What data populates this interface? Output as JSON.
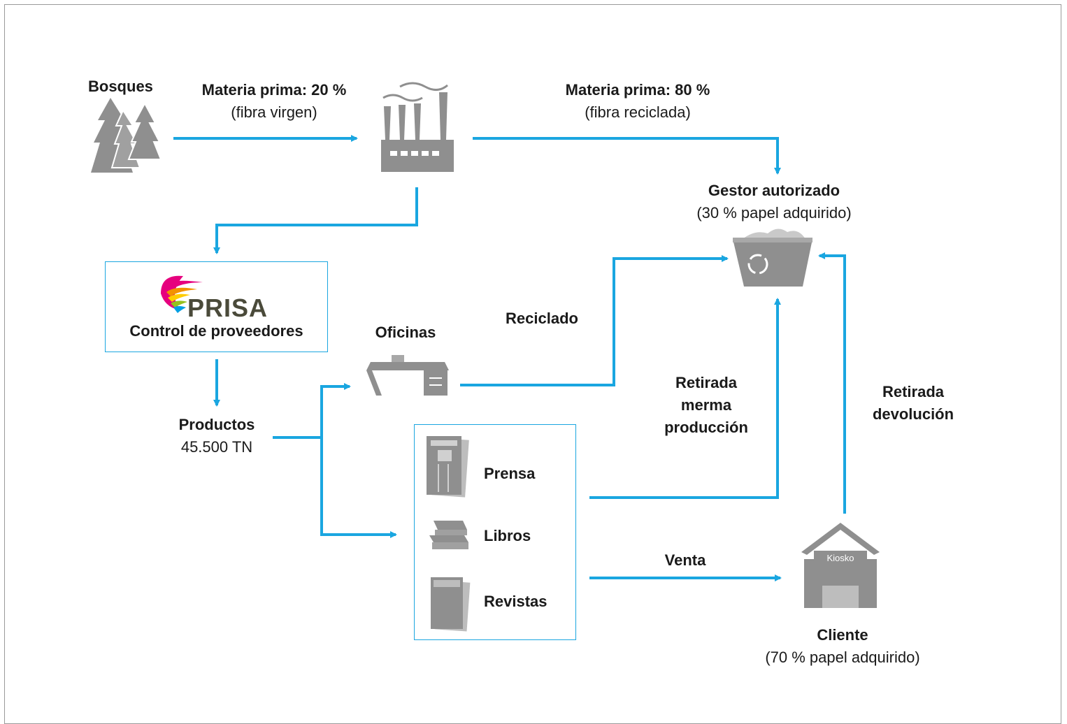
{
  "nodes": {
    "bosques": {
      "title": "Bosques"
    },
    "materia_virgen": {
      "title": "Materia prima: 20 %",
      "subtitle": "(fibra virgen)"
    },
    "materia_reciclada": {
      "title": "Materia prima: 80 %",
      "subtitle": "(fibra reciclada)"
    },
    "gestor": {
      "title": "Gestor autorizado",
      "subtitle": "(30 % papel adquirido)"
    },
    "control": {
      "logo_text": "PRISA",
      "title": "Control de proveedores"
    },
    "productos": {
      "title": "Productos",
      "subtitle": "45.500 TN"
    },
    "oficinas": {
      "title": "Oficinas"
    },
    "reciclado": {
      "title": "Reciclado"
    },
    "retirada_merma": {
      "title": "Retirada merma producción"
    },
    "retirada_devolucion": {
      "title": "Retirada devolución"
    },
    "prensa": {
      "title": "Prensa"
    },
    "libros": {
      "title": "Libros"
    },
    "revistas": {
      "title": "Revistas"
    },
    "venta": {
      "title": "Venta"
    },
    "kiosko": {
      "sign": "Kiosko"
    },
    "cliente": {
      "title": "Cliente",
      "subtitle": "(70 % papel adquirido)"
    }
  },
  "colors": {
    "arrow": "#1aa6e0",
    "icon": "#8f8f8f",
    "box_border": "#1aa6e0"
  },
  "icons": [
    "trees-icon",
    "factory-icon",
    "recycle-bin-icon",
    "prisa-logo",
    "office-desk-icon",
    "newspaper-icon",
    "books-icon",
    "magazine-icon",
    "kiosk-icon"
  ]
}
